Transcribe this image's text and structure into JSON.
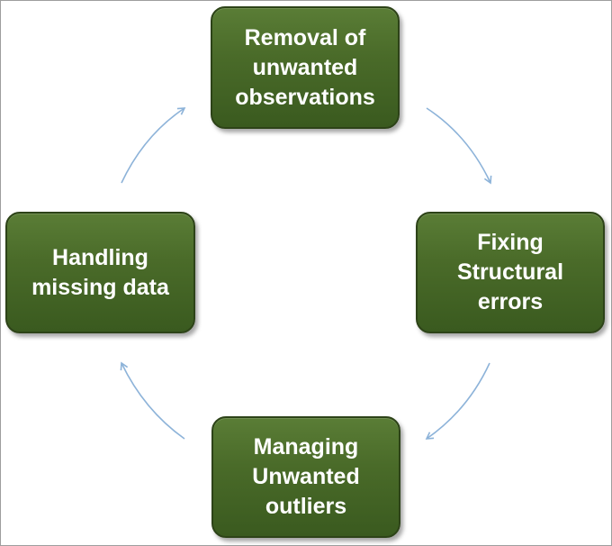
{
  "diagram": {
    "type": "cycle",
    "accent_color": "#4a6b29",
    "arrow_color": "#8db3d9",
    "steps": [
      {
        "id": "removal",
        "lines": [
          "Removal of",
          "unwanted",
          "observations"
        ]
      },
      {
        "id": "fixing",
        "lines": [
          "Fixing",
          "Structural",
          "errors"
        ]
      },
      {
        "id": "managing",
        "lines": [
          "Managing",
          "Unwanted",
          "outliers"
        ]
      },
      {
        "id": "handling",
        "lines": [
          "Handling",
          "missing data"
        ]
      }
    ]
  }
}
